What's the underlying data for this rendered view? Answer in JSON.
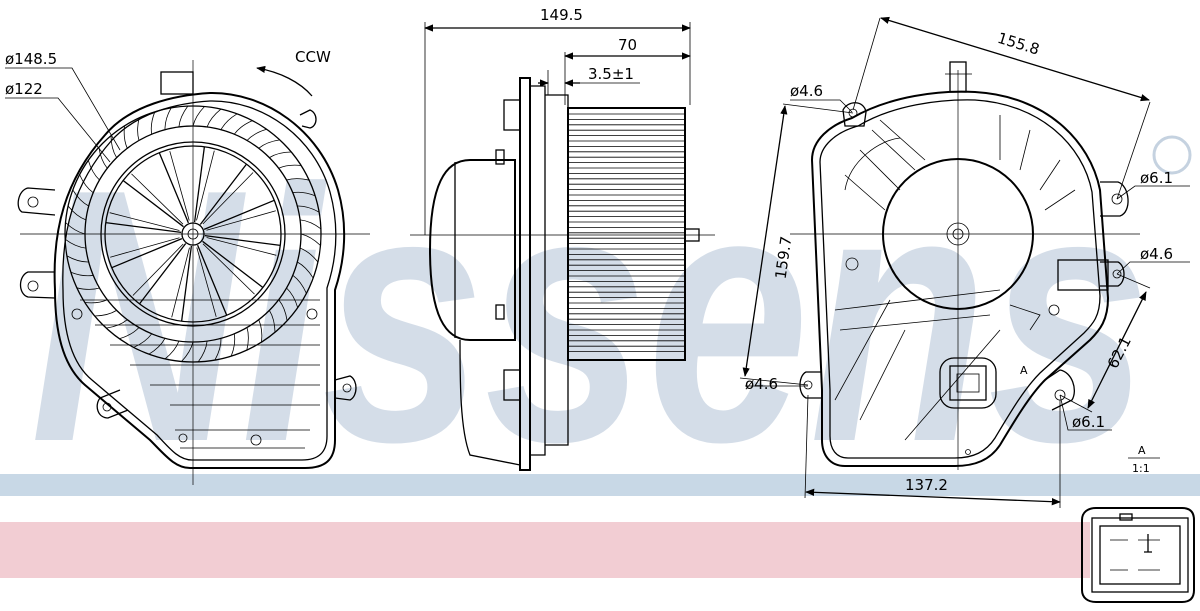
{
  "watermark": {
    "text": "Nissens",
    "registered": "®",
    "color": "#c5d2e0"
  },
  "bands": {
    "blue": "#c8d8e6",
    "pink": "#f2cdd3"
  },
  "front_view": {
    "dia_outer": "ø148.5",
    "dia_inner": "ø122",
    "rotation": "CCW"
  },
  "side_view": {
    "overall_length": "149.5",
    "wheel_width": "70",
    "offset": "3.5±1"
  },
  "rear_view": {
    "diagonal": "155.8",
    "hole_top_left": "ø4.6",
    "hole_right_upper": "ø6.1",
    "hole_right_mid": "ø4.6",
    "hole_left_lower": "ø4.6",
    "hole_bottom_right": "ø6.1",
    "height": "159.7",
    "mount_spacing": "62.1",
    "base_width": "137.2",
    "connector_marker": "A"
  },
  "detail": {
    "title": "A",
    "scale": "1:1"
  }
}
